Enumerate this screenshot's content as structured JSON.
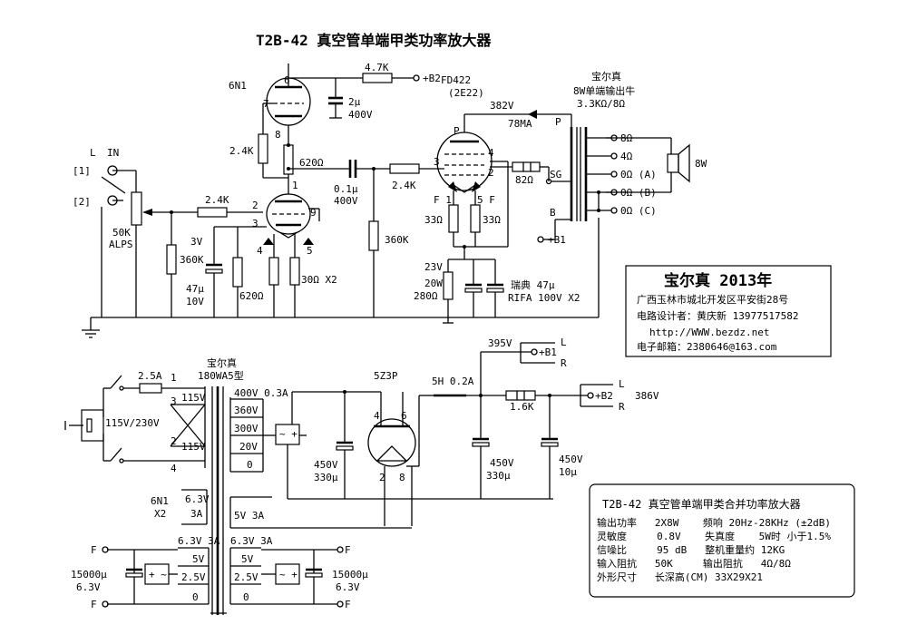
{
  "title": "T2B-42 真空管单端甲类功率放大器",
  "input": {
    "channel": "L",
    "jack": "IN",
    "pin1": "[1]",
    "pin2": "[2]",
    "pot": "50K",
    "pot_type": "ALPS"
  },
  "driver_stage": {
    "tube": "6N1",
    "pins": {
      "p6": "6",
      "p7": "7",
      "p8": "8",
      "p1": "1",
      "p2": "2",
      "p3": "3",
      "p9": "9",
      "p4": "4",
      "p5": "5"
    },
    "r_plate_drop": "4.7K",
    "supply_b2": "+B2",
    "c_decouple": "2μ",
    "c_decouple_v": "400V",
    "r_grid1": "2.4K",
    "r_plate1": "620Ω",
    "r_grid2": "2.4K",
    "r_grid_leak": "360K",
    "cathode_v": "3V",
    "cathode_cap": "47μ",
    "cathode_cap_v": "10V",
    "cathode_res": "620Ω",
    "heater_res": "30Ω X2",
    "coupling_cap": "0.1μ",
    "coupling_cap_v": "400V"
  },
  "output_stage": {
    "tube": "FD422",
    "tube_alt": "(2E22)",
    "plate_v": "382V",
    "plate_i": "78MA",
    "pin_p": "P",
    "pin_3": "3",
    "pin_4": "4",
    "pin_2": "2",
    "pin_f1": "F 1",
    "pin_5f": "5 F",
    "r_grid_stop": "2.4K",
    "r_grid_leak": "360K",
    "r_sg": "82Ω",
    "r_fil_a": "33Ω",
    "r_fil_b": "33Ω",
    "cathode_v": "23V",
    "cathode_w": "20W",
    "cathode_res": "280Ω",
    "cathode_cap": "瑞典 47μ",
    "cathode_cap_type": "RIFA 100V X2"
  },
  "output_transformer": {
    "brand": "宝尔真",
    "spec": "8W单端输出牛",
    "impedance": "3.3KΩ/8Ω",
    "tap_p": "P",
    "tap_sg": "SG",
    "tap_b": "B",
    "supply_b1": "+B1",
    "taps": [
      "8Ω",
      "4Ω",
      "0Ω (A)",
      "0Ω (B)",
      "0Ω (C)"
    ],
    "speaker": "8W"
  },
  "credit_box": {
    "line1": "宝尔真 2013年",
    "line2": "广西玉林市城北开发区平安街28号",
    "line3": "电路设计者：黄庆新 13977517582",
    "line4": "http://WWW.bezdz.net",
    "line5": "电子邮箱：2380646@163.com"
  },
  "power_supply": {
    "pt_brand": "宝尔真",
    "pt_model": "180WA5型",
    "fuse": "2.5A",
    "mains": "115V/230V",
    "primary_pins": [
      "1",
      "3",
      "2",
      "4"
    ],
    "primary_v": [
      "115V",
      "115V"
    ],
    "sec_hv": "400V 0.3A",
    "sec_taps": [
      "360V",
      "300V",
      "20V",
      "0"
    ],
    "rect_tube": "5Z3P",
    "rect_pins": [
      "4",
      "6",
      "2",
      "8"
    ],
    "c1": "450V",
    "c1_val": "330μ",
    "choke": "5H 0.2A",
    "c2": "450V",
    "c2_val": "330μ",
    "b1_v": "395V",
    "b1": "+B1",
    "r_drop": "1.6K",
    "c3": "450V",
    "c3_val": "10μ",
    "b2": "+B2",
    "b2_v": "386V",
    "lr": [
      "L",
      "R",
      "L",
      "R"
    ],
    "heater_tube": "6N1",
    "heater_qty": "X2",
    "heater_v": "6.3V",
    "heater_a": "3A",
    "rect_heater": "5V 3A",
    "fil_left": "6.3V 3A",
    "fil_right": "6.3V 3A",
    "fil_taps": [
      "5V",
      "2.5V",
      "0"
    ],
    "fil_cap": "15000μ",
    "fil_cap_v": "6.3V",
    "f_label": "F"
  },
  "spec_box": {
    "title": "T2B-42 真空管单端甲类合并功率放大器",
    "rows": [
      "输出功率   2X8W    频响 20Hz-28KHz (±2dB)",
      "灵敏度     0.8V    失真度    5W时 小于1.5%",
      "信噪比     95 dB   整机重量约 12KG",
      "输入阻抗   50K     输出阻抗   4Ω/8Ω",
      "外形尺寸   长深高(CM) 33X29X21"
    ]
  }
}
